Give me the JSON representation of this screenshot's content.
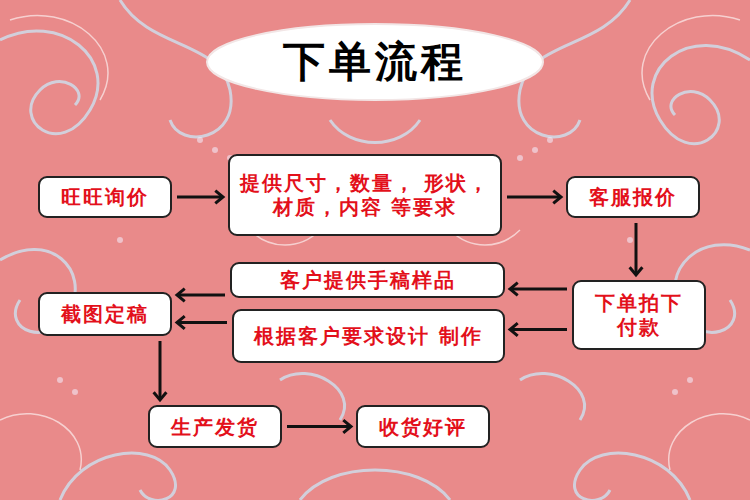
{
  "diagram": {
    "title": "下单流程",
    "nodes": [
      {
        "text": [
          "旺旺询价"
        ]
      },
      {
        "text": [
          "提供尺寸，数量， 形状，材质，内容 等要求"
        ]
      },
      {
        "text": [
          "客服报价"
        ]
      },
      {
        "text": [
          "下单拍下 付款"
        ]
      },
      {
        "text": [
          "客户提供手稿样品"
        ]
      },
      {
        "text": [
          "根据客户要求设计 制作"
        ]
      },
      {
        "text": [
          "截图定稿"
        ]
      },
      {
        "text": [
          "生产发货"
        ]
      },
      {
        "text": [
          "收货好评"
        ]
      }
    ],
    "edges": [
      {
        "from": 0,
        "to": 1,
        "arrow": "to"
      },
      {
        "from": 1,
        "to": 2,
        "arrow": "to"
      },
      {
        "from": 2,
        "to": 3,
        "arrow": "to"
      },
      {
        "from": 3,
        "to": 4,
        "arrow": "to"
      },
      {
        "from": 3,
        "to": 5,
        "arrow": "to"
      },
      {
        "from": 4,
        "to": 6,
        "arrow": "to"
      },
      {
        "from": 5,
        "to": 6,
        "arrow": "to"
      },
      {
        "from": 6,
        "to": 7,
        "arrow": "to"
      },
      {
        "from": 7,
        "to": 8,
        "arrow": "to"
      }
    ]
  }
}
